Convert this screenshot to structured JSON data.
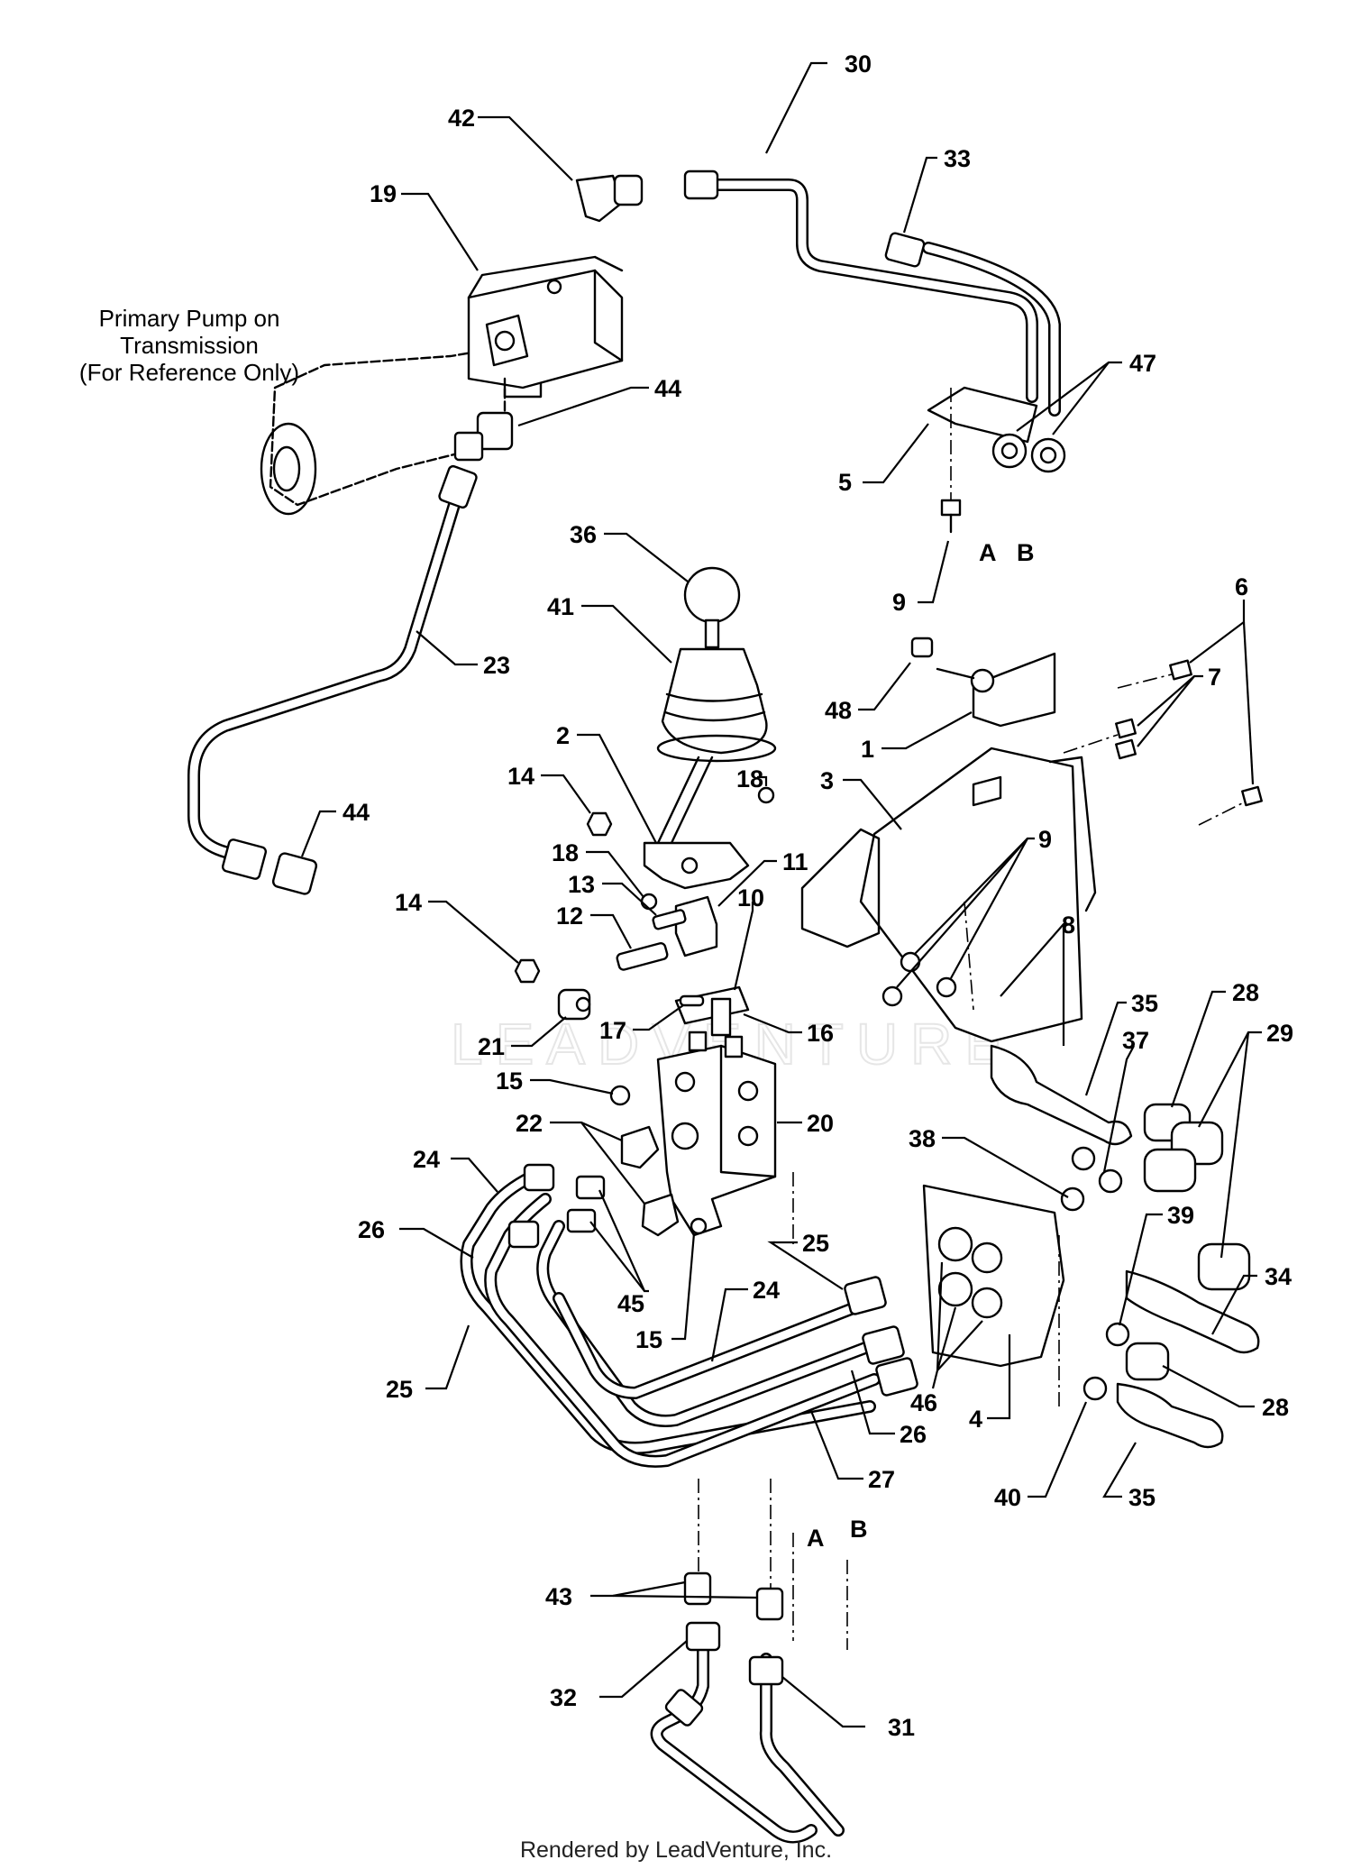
{
  "reference_label": {
    "line1": "Primary Pump on",
    "line2": "Transmission",
    "line3": "(For Reference Only)"
  },
  "port_labels": [
    {
      "id": "top-a",
      "text": "A"
    },
    {
      "id": "top-b",
      "text": "B"
    },
    {
      "id": "bottom-a",
      "text": "A"
    },
    {
      "id": "bottom-b",
      "text": "B"
    }
  ],
  "callouts": [
    {
      "id": "c30",
      "text": "30"
    },
    {
      "id": "c33",
      "text": "33"
    },
    {
      "id": "c42",
      "text": "42"
    },
    {
      "id": "c19",
      "text": "19"
    },
    {
      "id": "c47",
      "text": "47"
    },
    {
      "id": "c44a",
      "text": "44"
    },
    {
      "id": "c5",
      "text": "5"
    },
    {
      "id": "c36",
      "text": "36"
    },
    {
      "id": "c9a",
      "text": "9"
    },
    {
      "id": "c6",
      "text": "6"
    },
    {
      "id": "c41",
      "text": "41"
    },
    {
      "id": "c23",
      "text": "23"
    },
    {
      "id": "c48",
      "text": "48"
    },
    {
      "id": "c7",
      "text": "7"
    },
    {
      "id": "c1",
      "text": "1"
    },
    {
      "id": "c3",
      "text": "3"
    },
    {
      "id": "c2",
      "text": "2"
    },
    {
      "id": "c18a",
      "text": "18"
    },
    {
      "id": "c14a",
      "text": "14"
    },
    {
      "id": "c44b",
      "text": "44"
    },
    {
      "id": "c9b",
      "text": "9"
    },
    {
      "id": "c18b",
      "text": "18"
    },
    {
      "id": "c11",
      "text": "11"
    },
    {
      "id": "c13",
      "text": "13"
    },
    {
      "id": "c10",
      "text": "10"
    },
    {
      "id": "c14b",
      "text": "14"
    },
    {
      "id": "c12",
      "text": "12"
    },
    {
      "id": "c8",
      "text": "8"
    },
    {
      "id": "c35a",
      "text": "35"
    },
    {
      "id": "c28a",
      "text": "28"
    },
    {
      "id": "c21",
      "text": "21"
    },
    {
      "id": "c17",
      "text": "17"
    },
    {
      "id": "c16",
      "text": "16"
    },
    {
      "id": "c29",
      "text": "29"
    },
    {
      "id": "c37",
      "text": "37"
    },
    {
      "id": "c15a",
      "text": "15"
    },
    {
      "id": "c20",
      "text": "20"
    },
    {
      "id": "c22",
      "text": "22"
    },
    {
      "id": "c38",
      "text": "38"
    },
    {
      "id": "c24a",
      "text": "24"
    },
    {
      "id": "c26a",
      "text": "26"
    },
    {
      "id": "c25a",
      "text": "25"
    },
    {
      "id": "c39",
      "text": "39"
    },
    {
      "id": "c34",
      "text": "34"
    },
    {
      "id": "c45",
      "text": "45"
    },
    {
      "id": "c24b",
      "text": "24"
    },
    {
      "id": "c15b",
      "text": "15"
    },
    {
      "id": "c25b",
      "text": "25"
    },
    {
      "id": "c46",
      "text": "46"
    },
    {
      "id": "c28b",
      "text": "28"
    },
    {
      "id": "c4",
      "text": "4"
    },
    {
      "id": "c26b",
      "text": "26"
    },
    {
      "id": "c27",
      "text": "27"
    },
    {
      "id": "c40",
      "text": "40"
    },
    {
      "id": "c35b",
      "text": "35"
    },
    {
      "id": "c43",
      "text": "43"
    },
    {
      "id": "c32",
      "text": "32"
    },
    {
      "id": "c31",
      "text": "31"
    }
  ],
  "watermark": "LEADVENTURE",
  "footer": "Rendered by LeadVenture, Inc."
}
